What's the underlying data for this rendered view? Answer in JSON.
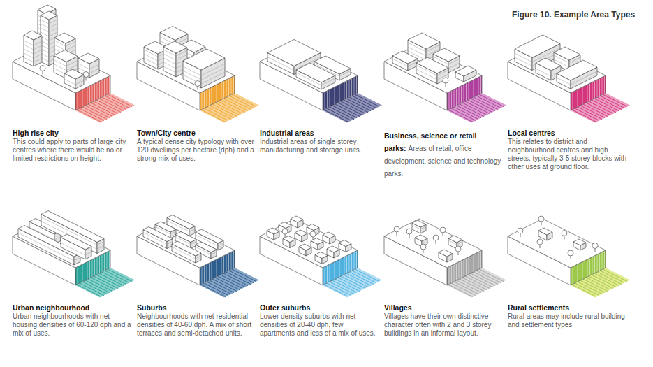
{
  "diagram": {
    "title": "Figure 10. Example Area Types",
    "nodes": [
      {
        "text": [
          "High rise city",
          "This could apply to parts of large city centres where there would be no or limited restrictions on height."
        ]
      },
      {
        "text": [
          "Town/City centre",
          "A typical dense city typology with over 120 dwellings per hectare (dph) and a strong mix of uses."
        ]
      },
      {
        "text": [
          "Industrial areas",
          "Industrial areas of single storey manufacturing and storage units."
        ]
      },
      {
        "text": [
          "Business, science or retail parks:",
          "Areas of retail, office development, science and technology parks."
        ]
      },
      {
        "text": [
          "Local centres",
          "This relates to district and neighbourhood centres and high streets, typically 3-5 storey blocks with other uses at ground floor."
        ]
      },
      {
        "text": [
          "Urban neighbourhood",
          "Urban neighbourhoods with net housing densities of 60-120 dph and a mix of uses."
        ]
      },
      {
        "text": [
          "Suburbs",
          "Neighbourhoods with net residential densities of 40-60 dph. A mix of short terraces and semi-detached units."
        ]
      },
      {
        "text": [
          "Outer suburbs",
          "Lower density suburbs with net densities of 20-40 dph, few apartments and less of a mix of uses."
        ]
      },
      {
        "text": [
          "Villages",
          "Villages have their own distinctive character often with 2 and 3 storey buildings in an informal layout."
        ]
      },
      {
        "text": [
          "Rural settlements",
          "Rural areas may include rural building and settlement types"
        ]
      }
    ]
  }
}
